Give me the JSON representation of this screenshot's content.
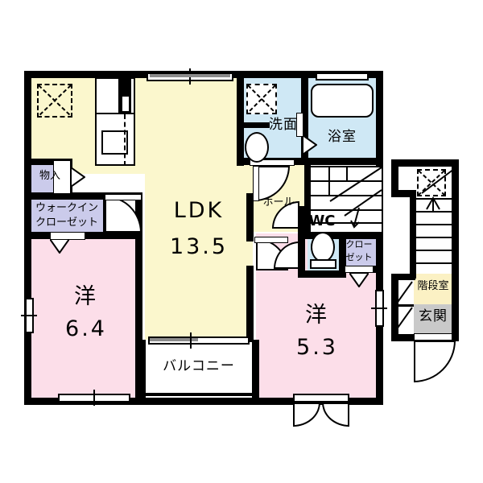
{
  "plan": {
    "type": "japanese-floor-plan",
    "unit": "jo",
    "colors": {
      "ldk_fill": "#fbf7cd",
      "room_fill": "#fcdee9",
      "wet_fill": "#cfe8f5",
      "closet_fill": "#cbcbeb",
      "entry_fill": "#c9c9c9",
      "stair_fill": "#fbf1c4",
      "balcony_fill": "#ffffff",
      "wall": "#000000",
      "background": "#ffffff"
    },
    "rooms": [
      {
        "id": "ldk",
        "name": "LDK",
        "area": "13.5"
      },
      {
        "id": "yoshitsu1",
        "name": "洋",
        "area": "6.4"
      },
      {
        "id": "yoshitsu2",
        "name": "洋",
        "area": "5.3"
      },
      {
        "id": "balcony",
        "name": "バルコニー",
        "area": ""
      },
      {
        "id": "hall",
        "name": "ホール",
        "area": ""
      },
      {
        "id": "senmen",
        "name": "洗面",
        "area": ""
      },
      {
        "id": "yokushitsu",
        "name": "浴室",
        "area": ""
      },
      {
        "id": "wc",
        "name": "WC",
        "area": ""
      },
      {
        "id": "closet",
        "name": "クローゼット",
        "area": ""
      },
      {
        "id": "wic",
        "name": "ウォークインクローゼット",
        "area": ""
      },
      {
        "id": "monoire",
        "name": "物入",
        "area": ""
      },
      {
        "id": "kaidan",
        "name": "階段室",
        "area": ""
      },
      {
        "id": "genkan",
        "name": "玄関",
        "area": ""
      }
    ],
    "labels": {
      "ldk_name": "LDK",
      "ldk_area": "13.5",
      "room1_name": "洋",
      "room1_area": "6.4",
      "room2_name": "洋",
      "room2_area": "5.3",
      "balcony": "バルコニー",
      "hall": "ホール",
      "senmen": "洗面",
      "yokushitsu": "浴室",
      "wc": "WC",
      "closet_l1": "クロー",
      "closet_l2": "ゼット",
      "wic_l1": "ウォークイン",
      "wic_l2": "クローゼット",
      "monoire": "物入",
      "kaidan": "階段室",
      "genkan": "玄関"
    }
  }
}
